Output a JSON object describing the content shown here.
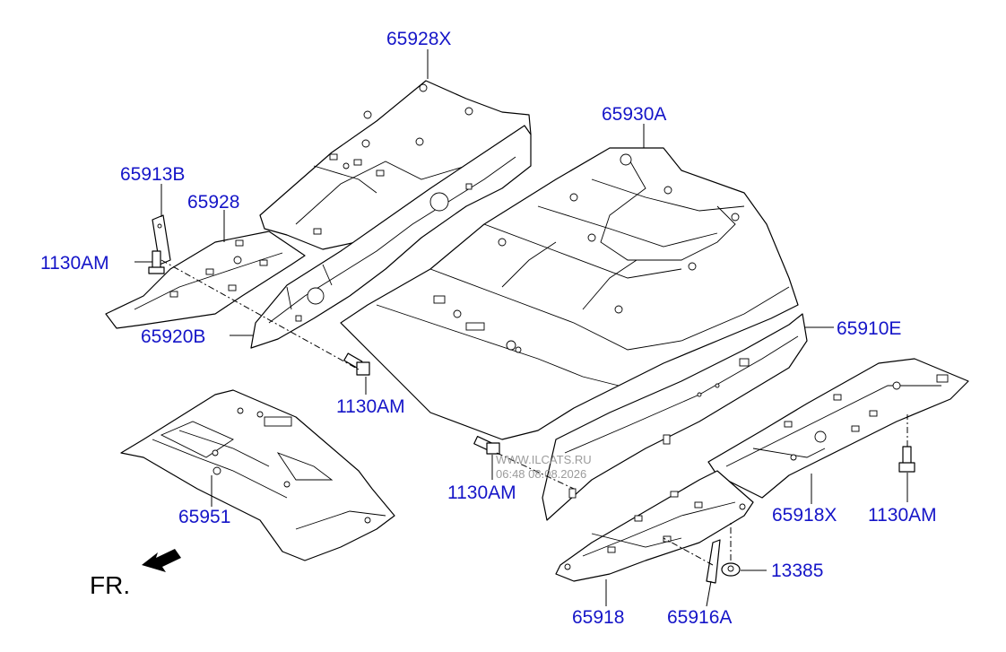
{
  "labels": {
    "p65928X": "65928X",
    "p65930A": "65930A",
    "p65913B": "65913B",
    "p65928": "65928",
    "p1130AM_left": "1130AM",
    "p65920B": "65920B",
    "p1130AM_center": "1130AM",
    "p65910E": "65910E",
    "p65951": "65951",
    "p1130AM_mid": "1130AM",
    "p65918X": "65918X",
    "p1130AM_right": "1130AM",
    "p13385": "13385",
    "p65918": "65918",
    "p65916A": "65916A"
  },
  "orientation": {
    "text": "FR."
  },
  "watermark": {
    "site": "WWW.ILCATS.RU",
    "stamp": "06:48 08.08.2026"
  },
  "colors": {
    "label": "#1515c8",
    "lines": "#000000",
    "background": "#ffffff"
  }
}
